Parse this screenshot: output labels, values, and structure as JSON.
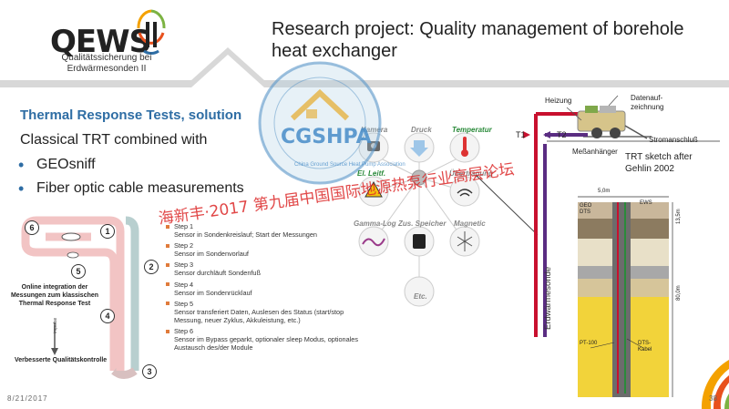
{
  "header": {
    "logo_word": "QEWS",
    "logo_sub_line1": "Qualitätssicherung bei",
    "logo_sub_line2": "Erdwärmesonden II",
    "title": "Research project: Quality management of borehole heat exchanger"
  },
  "content": {
    "subtitle": "Thermal Response Tests, solution",
    "lead": "Classical TRT combined with",
    "bullets": [
      "GEOsniff",
      "Fiber optic cable measurements"
    ]
  },
  "loop_diagram": {
    "numbers": [
      "6",
      "1",
      "2",
      "5",
      "4",
      "3"
    ],
    "integration_text": "Online integration der Messungen zum klassischen Thermal Response Test",
    "impulse_label": "impulse",
    "improved_label": "Verbesserte Qualitätskontrolle"
  },
  "steps": [
    {
      "title": "Step 1",
      "desc": "Sensor in Sondenkreislauf; Start der Messungen"
    },
    {
      "title": "Step 2",
      "desc": "Sensor im Sondenvorlauf"
    },
    {
      "title": "Step 3",
      "desc": "Sensor durchläuft Sondenfuß"
    },
    {
      "title": "Step 4",
      "desc": "Sensor im Sondenrücklauf"
    },
    {
      "title": "Step 5",
      "desc": "Sensor transferiert Daten, Auslesen des Status (start/stop Messung, neuer Zyklus, Akkuleistung, etc.)"
    },
    {
      "title": "Step 6",
      "desc": "Sensor im Bypass geparkt, optionaler sleep Modus, optionales Austausch des/der Module"
    }
  ],
  "sensors": {
    "kamera": "Kamera",
    "druck": "Druck",
    "temperatur": "Temperatur",
    "el_leitf": "El. Leitf.",
    "uebertragung": "Übertragung",
    "gamma_log": "Gamma-Log",
    "zus_speicher": "Zus. Speicher",
    "magnetic": "Magnetic",
    "etc": "Etc."
  },
  "trt_sketch": {
    "heizung": "Heizung",
    "datenaufzeichnung": "Datenauf-\nzeichnung",
    "t1": "T1",
    "t2": "T2",
    "stromanschluss": "Stromanschluß",
    "messanhaenger": "Meßanhänger",
    "caption": "TRT sketch after\nGehlin 2002",
    "erdwaermesonde": "Erdwärmesonde"
  },
  "borehole": {
    "width_label": "5,0m",
    "geo": "GEO",
    "dts": "DTS",
    "ews": "EWS",
    "depth1": "13,5m",
    "depth2": "80,0m",
    "pt100": "PT-100",
    "dts_kabel": "DTS-\nKabel"
  },
  "watermark": {
    "text": "海新丰·2017 第九届中国国际地源热泵行业高层论坛",
    "stamp": "CGSHPA",
    "stamp_ring": "China Ground Source Heat Pump Association"
  },
  "footer": {
    "date": "8/21/2017",
    "page": "38"
  },
  "colors": {
    "accent_blue": "#2e6da4",
    "step_orange": "#e07b3b",
    "pipe_red": "#c8102e",
    "pipe_purple": "#5a2d82",
    "watermark_red": "#dc2828"
  }
}
